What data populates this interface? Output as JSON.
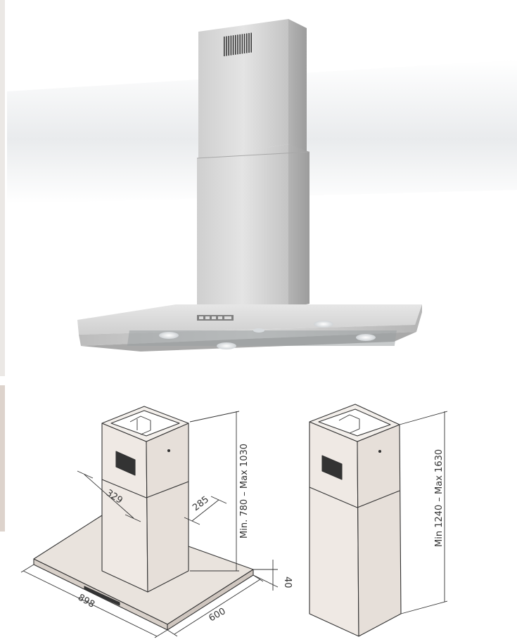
{
  "photo": {
    "brand_mark": "",
    "colors": {
      "steel_light": "#dcdcdc",
      "steel_mid": "#bdbdbd",
      "steel_dark": "#8e8e8e",
      "ceiling": "#e6e8ea"
    }
  },
  "left_drawing": {
    "dims": {
      "chimney_width": "329",
      "chimney_depth": "285",
      "chimney_height": "Min. 780 – Max 1030",
      "hood_width": "898",
      "hood_depth": "600",
      "hood_thickness": "40"
    }
  },
  "right_drawing": {
    "dims": {
      "extended_height": "Min 1240 – Max 1630"
    }
  },
  "colors": {
    "line": "#333333",
    "chimney_fill": "#efe9e4",
    "hood_fill": "#e9e3dd",
    "side_strip": "#e5e1dc",
    "side_strip_dark": "#ddd3cc"
  }
}
